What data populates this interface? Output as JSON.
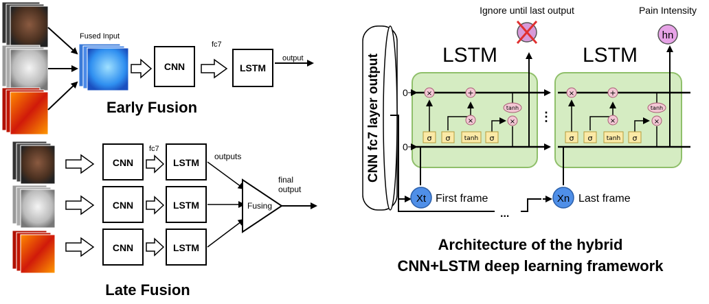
{
  "left": {
    "early": {
      "fused_input_label": "Fused Input",
      "cnn_label": "CNN",
      "fc7_label": "fc7",
      "lstm_label": "LSTM",
      "output_label": "output",
      "caption": "Early Fusion"
    },
    "late": {
      "cnn_label": "CNN",
      "fc7_label": "fc7",
      "lstm_label": "LSTM",
      "outputs_label": "outputs",
      "fusing_label": "Fusing",
      "final_output_line1": "final",
      "final_output_line2": "output",
      "caption": "Late Fusion"
    }
  },
  "right": {
    "cnn_layer_label": "CNN fc7 layer output",
    "ignore_label": "Ignore until last output",
    "pain_label": "Pain Intensity",
    "hn_label": "hn",
    "lstm_label": "LSTM",
    "zero_label": "0",
    "sigma": "σ",
    "tanh": "tanh",
    "times": "×",
    "plus": "+",
    "xt_label": "Xt",
    "xn_label": "Xn",
    "first_frame_label": "First frame",
    "last_frame_label": "Last frame",
    "dots_horizontal": "...",
    "dots_vertical": "⋮",
    "caption_line1": "Architecture of the hybrid",
    "caption_line2": "CNN+LSTM deep learning framework"
  },
  "colors": {
    "lstm_cell_fill": "#d5ecc2",
    "lstm_cell_stroke": "#8fbf6a",
    "gate_fill": "#fbe9a6",
    "gate_stroke": "#b59a3a",
    "pointwise_fill": "#f3c7d4",
    "pointwise_stroke": "#a75d74",
    "input_node_fill": "#4f8fe8",
    "output_node_fill": "#e7a3e7",
    "ignored_node_fill": "#d79ad9",
    "cross_color": "#e03030",
    "rgb_face": "#2f8ff0",
    "thermal_face": "#d01a0a"
  }
}
